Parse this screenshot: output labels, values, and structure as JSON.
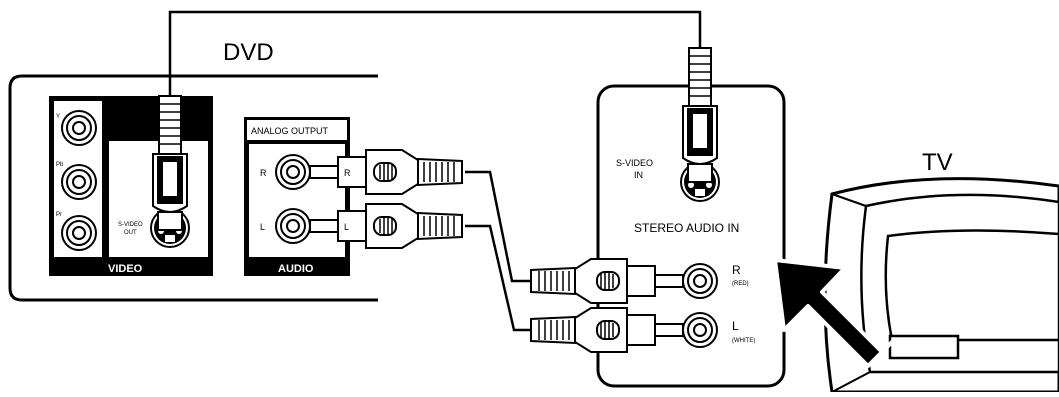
{
  "dvd": {
    "title": "DVD",
    "video_jacks": [
      "Y",
      "Pb",
      "Pr"
    ],
    "svideo_out_line1": "S-VIDEO",
    "svideo_out_line2": "OUT",
    "video_section": "VIDEO",
    "analog_header": "ANALOG OUTPUT",
    "audio_jacks": [
      "R",
      "L"
    ],
    "audio_section": "AUDIO",
    "plug_r": "R",
    "plug_l": "L"
  },
  "tv": {
    "title": "TV",
    "svideo_in_line1": "S-VIDEO",
    "svideo_in_line2": "IN",
    "stereo_audio_in": "STEREO AUDIO IN",
    "jack_r": "R",
    "jack_r_sub": "(RED)",
    "jack_l": "L",
    "jack_l_sub": "(WHITE)"
  }
}
